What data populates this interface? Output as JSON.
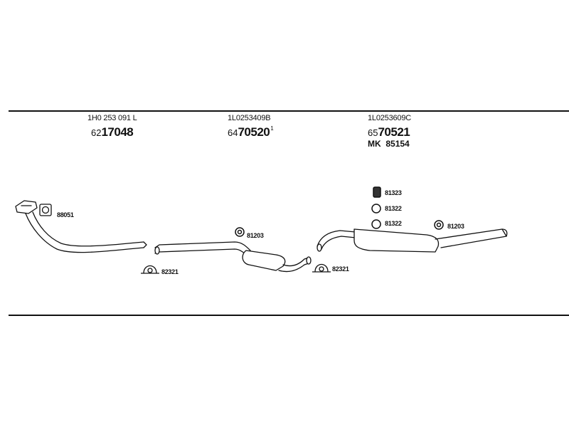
{
  "sections": [
    {
      "part_number": "1H0 253 091 L",
      "code_prefix": "62",
      "code_main": "17048",
      "code_suffix": ""
    },
    {
      "part_number": "1L0253409B",
      "code_prefix": "64",
      "code_main": "70520",
      "code_suffix": "1"
    },
    {
      "part_number": "1L0253609C",
      "code_prefix": "65",
      "code_main": "70521",
      "code_suffix": ""
    }
  ],
  "kit": {
    "prefix": "MK",
    "number": "85154"
  },
  "parts": {
    "gasket": "88051",
    "clamp_left": "82321",
    "ring_mid": "81203",
    "clamp_right": "82321",
    "rubber_mount": "81323",
    "ring_a": "81322",
    "ring_b": "81322",
    "ring_rear": "81203"
  }
}
